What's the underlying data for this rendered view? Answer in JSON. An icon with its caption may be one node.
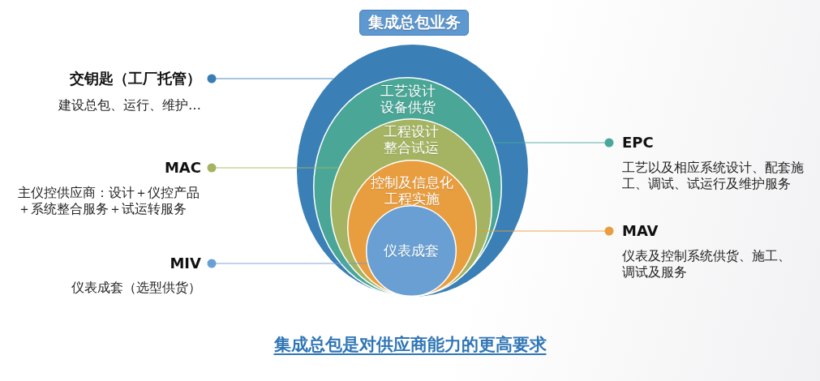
{
  "diagram": {
    "title": "集成总包业务",
    "caption": "集成总包是对供应商能力的更高要求",
    "nodes": [
      {
        "text": [
          "交钥匙（工厂托管）",
          "建设总包、运行、维护…"
        ]
      },
      {
        "text": [],
        "shape": "ellipse"
      },
      {
        "text": [
          "工艺设计",
          "设备供货"
        ],
        "in": 1
      },
      {
        "text": [
          "工程设计",
          "整合试运"
        ],
        "in": 2
      },
      {
        "text": [
          "控制及信息化工程实施"
        ],
        "in": 3
      },
      {
        "text": [
          "仪表成套"
        ],
        "in": 4
      },
      {
        "text": [
          "EPC",
          "工艺以及相应系统设计、配套施工、调试、试运行及维护服务"
        ]
      },
      {
        "text": [
          "MAC",
          "主仪控供应商：设计＋仪控产品＋系统整合服务＋试运转服务"
        ]
      },
      {
        "text": [
          "MAV",
          "仪表及控制系统供货、施工、调试及服务"
        ]
      },
      {
        "text": [
          "MIV",
          "仪表成套（选型供货）"
        ]
      }
    ],
    "edges": [
      {
        "from": 0,
        "to": 1,
        "arrow": "other",
        "color": "#3a7db5"
      },
      {
        "from": 6,
        "to": 2,
        "arrow": "other",
        "color": "#4aa89a"
      },
      {
        "from": 7,
        "to": 3,
        "arrow": "other",
        "color": "#a4b462"
      },
      {
        "from": 8,
        "to": 4,
        "arrow": "other",
        "color": "#e89d3f"
      },
      {
        "from": 9,
        "to": 5,
        "arrow": "other",
        "color": "#6a9fd4"
      }
    ]
  }
}
